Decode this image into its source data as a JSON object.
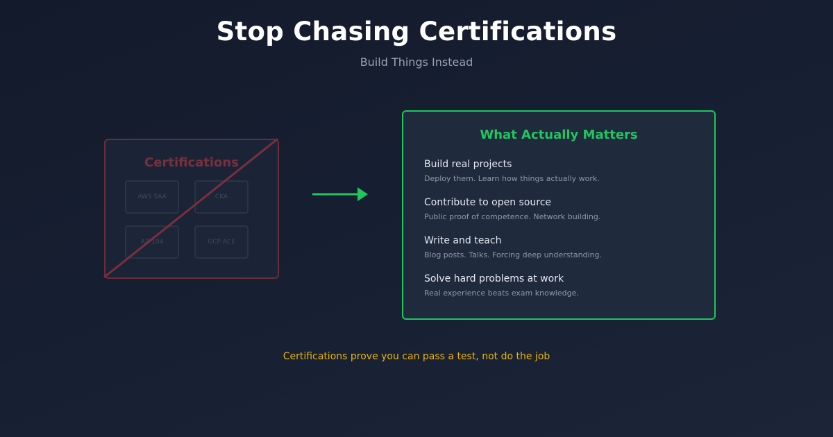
{
  "header": {
    "title": "Stop Chasing Certifications",
    "subtitle": "Build Things Instead"
  },
  "certifications": {
    "title": "Certifications",
    "tiles": [
      "AWS SAA",
      "CKA",
      "AZ-104",
      "GCP ACE"
    ],
    "crossed_out": true
  },
  "matters": {
    "title": "What Actually Matters",
    "items": [
      {
        "heading": "Build real projects",
        "description": "Deploy them. Learn how things actually work."
      },
      {
        "heading": "Contribute to open source",
        "description": "Public proof of competence. Network building."
      },
      {
        "heading": "Write and teach",
        "description": "Blog posts. Talks. Forcing deep understanding."
      },
      {
        "heading": "Solve hard problems at work",
        "description": "Real experience beats exam knowledge."
      }
    ]
  },
  "footer": {
    "note": "Certifications prove you can pass a test, not do the job"
  },
  "colors": {
    "accent_green": "#22c55e",
    "strike_red": "#7a2f3c",
    "note_yellow": "#eab308",
    "background": "#172033"
  },
  "icons": [
    "strike-line",
    "right-arrow-icon"
  ]
}
